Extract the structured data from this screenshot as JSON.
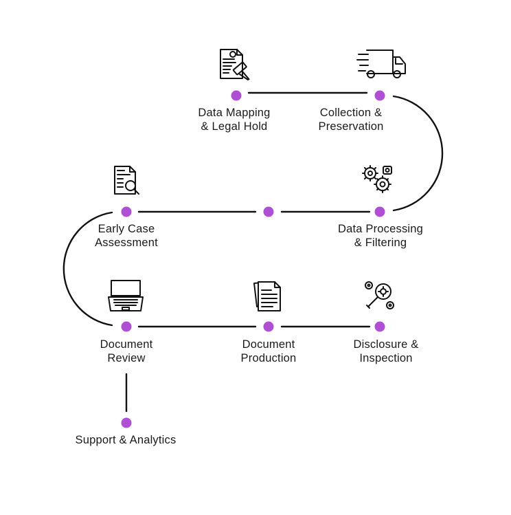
{
  "colors": {
    "dot": "#b04fd6",
    "line": "#111111",
    "icon": "#111111"
  },
  "steps": [
    {
      "id": "data-mapping",
      "lines": [
        "Data Mapping",
        "& Legal Hold"
      ],
      "icon": "legal-document-gavel-icon"
    },
    {
      "id": "collection",
      "lines": [
        "Collection &",
        "Preservation"
      ],
      "icon": "delivery-truck-icon"
    },
    {
      "id": "processing",
      "lines": [
        "Data Processing",
        "& Filtering"
      ],
      "icon": "gears-icon"
    },
    {
      "id": "early-case",
      "lines": [
        "Early Case",
        "Assessment"
      ],
      "icon": "document-magnifier-icon"
    },
    {
      "id": "review",
      "lines": [
        "Document",
        "Review"
      ],
      "icon": "laptop-icon"
    },
    {
      "id": "production",
      "lines": [
        "Document",
        "Production"
      ],
      "icon": "document-stack-icon"
    },
    {
      "id": "disclosure",
      "lines": [
        "Disclosure &",
        "Inspection"
      ],
      "icon": "magnifier-gear-icon"
    },
    {
      "id": "support",
      "lines": [
        "Support & Analytics"
      ],
      "icon": ""
    }
  ]
}
